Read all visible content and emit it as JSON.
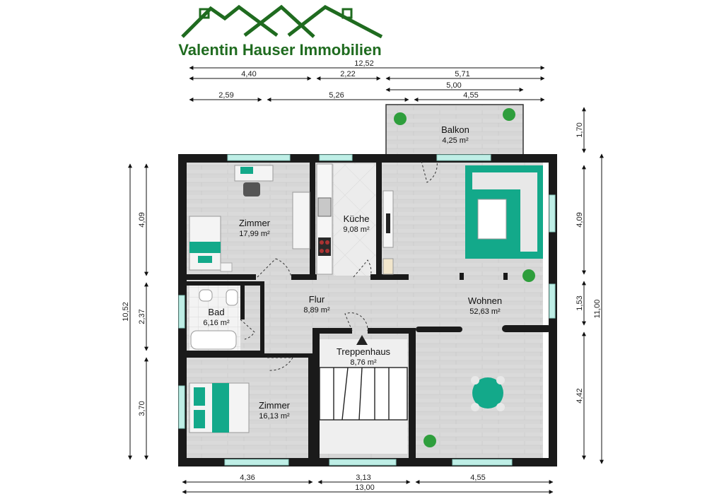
{
  "brand": {
    "name": "Valentin Hauser Immobilien",
    "color": "#1f6b1f"
  },
  "colors": {
    "wall": "#1a1a1a",
    "floor": "#d9d9d9",
    "accent": "#13a98a",
    "window": "#bfeee6"
  },
  "rooms": {
    "zimmer_top": {
      "name": "Zimmer",
      "area": "17,99 m²"
    },
    "kueche": {
      "name": "Küche",
      "area": "9,08 m²"
    },
    "balkon": {
      "name": "Balkon",
      "area": "4,25 m²"
    },
    "wohnen": {
      "name": "Wohnen",
      "area": "52,63 m²"
    },
    "flur": {
      "name": "Flur",
      "area": "8,89 m²"
    },
    "bad": {
      "name": "Bad",
      "area": "6,16 m²"
    },
    "treppenhaus": {
      "name": "Treppenhaus",
      "area": "8,76 m²"
    },
    "zimmer_bottom": {
      "name": "Zimmer",
      "area": "16,13 m²"
    }
  },
  "dimensions": {
    "top": {
      "total": "12,52",
      "row2": [
        "4,40",
        "2,22",
        "5,71"
      ],
      "row3": "5,00",
      "row4": [
        "2,59",
        "5,26",
        "4,55"
      ]
    },
    "bottom": {
      "row1": [
        "4,36",
        "3,13",
        "4,55"
      ],
      "total": "13,00"
    },
    "left": {
      "total": "10,52",
      "segments": [
        "4,09",
        "2,37",
        "3,70"
      ]
    },
    "right": {
      "total": "11,00",
      "segments": [
        "1,70",
        "4,09",
        "1,53",
        "4,42"
      ]
    }
  }
}
